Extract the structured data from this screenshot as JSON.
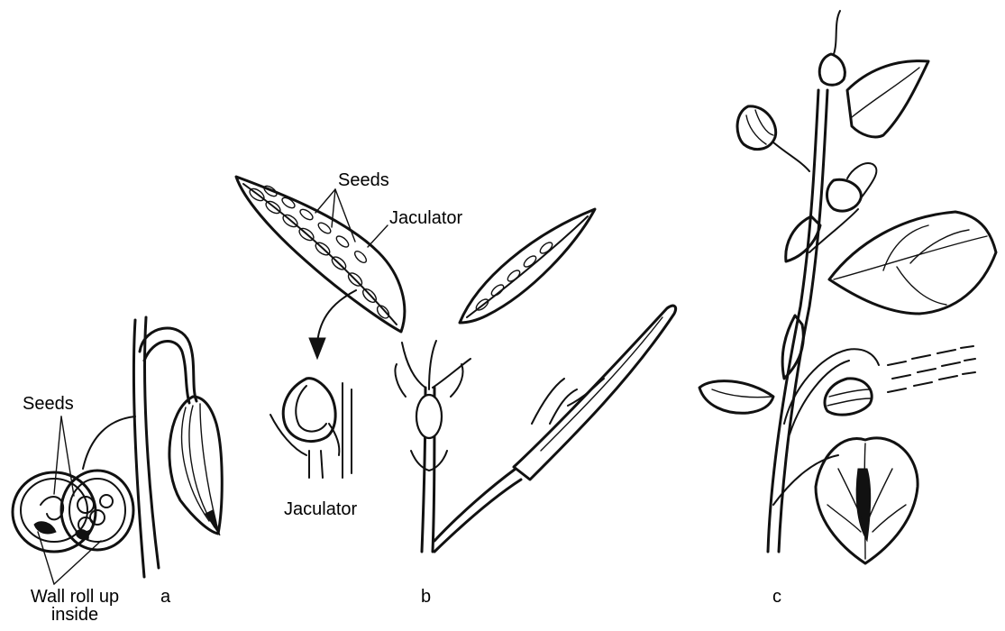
{
  "labels": {
    "seeds_top": "Seeds",
    "jaculator_top": "Jaculator",
    "jaculator_bottom": "Jaculator",
    "seeds_left": "Seeds",
    "wall_roll_up": "Wall roll up",
    "wall_inside": "inside",
    "panel_a": "a",
    "panel_b": "b",
    "panel_c": "c"
  },
  "colors": {
    "ink": "#111111",
    "background": "#ffffff"
  }
}
